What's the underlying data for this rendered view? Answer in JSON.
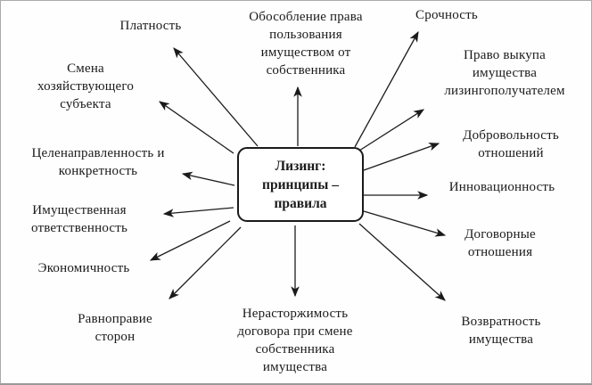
{
  "colors": {
    "ink": "#1a1a1a",
    "background": "#fefefe",
    "frame": "#aaaaaa"
  },
  "diagram": {
    "title": "Лизинг: принципы – правила",
    "center": {
      "label": "Лизинг:\nпринципы –\nправила"
    },
    "nodes": [
      {
        "id": "platnost",
        "label": "Платность"
      },
      {
        "id": "obosoblenie",
        "label": "Обособление права\nпользования\nимуществом от\nсобственника"
      },
      {
        "id": "srochnost",
        "label": "Срочность"
      },
      {
        "id": "pravo-vykupa",
        "label": "Право выкупа\nимущества\nлизингополучателем"
      },
      {
        "id": "dobrovolnost",
        "label": "Добровольность\nотношений"
      },
      {
        "id": "innovacionnost",
        "label": "Инновационность"
      },
      {
        "id": "dogovornye",
        "label": "Договорные\nотношения"
      },
      {
        "id": "vozvratnost",
        "label": "Возвратность\nимущества"
      },
      {
        "id": "nerastorzhimost",
        "label": "Нерасторжимость\nдоговора при смене\nсобственника\nимущества"
      },
      {
        "id": "ravnopravie",
        "label": "Равноправие\nсторон"
      },
      {
        "id": "ekonomichnost",
        "label": "Экономичность"
      },
      {
        "id": "imushchestvennaya",
        "label": "Имущественная\nответственность"
      },
      {
        "id": "celenapravlennost",
        "label": "Целенаправленность и\nконкретность"
      },
      {
        "id": "smena",
        "label": "Смена\nхозяйствующего\nсубъекта"
      }
    ]
  }
}
